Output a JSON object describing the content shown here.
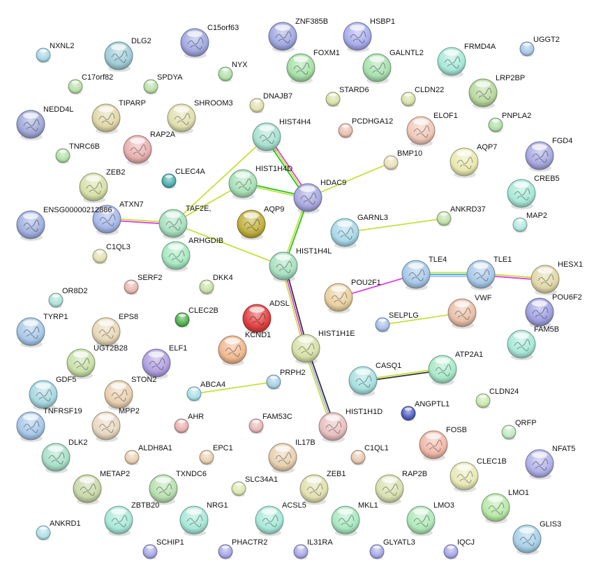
{
  "title": "Protein interaction network",
  "edge_colors": {
    "textmining": "#c6e03a",
    "experiments": "#e040e0",
    "database": "#22c422",
    "coexpression": "#333333",
    "homology": "#a8a8f8",
    "cooccurrence": "#20b8e8"
  },
  "nodes": [
    {
      "label": "NXNL2",
      "color": "#a8d8e8",
      "structure": false
    },
    {
      "label": "DLG2",
      "color": "#a0ccd8",
      "structure": true
    },
    {
      "label": "C15orf63",
      "color": "#a0a8e0",
      "structure": true
    },
    {
      "label": "ZNF385B",
      "color": "#a0a8e0",
      "structure": true
    },
    {
      "label": "HSBP1",
      "color": "#a8acea",
      "structure": true
    },
    {
      "label": "UGGT2",
      "color": "#a8c8e8",
      "structure": false
    },
    {
      "label": "FOXM1",
      "color": "#a8e0a8",
      "structure": true
    },
    {
      "label": "GALNTL2",
      "color": "#a8e0b0",
      "structure": true
    },
    {
      "label": "FRMD4A",
      "color": "#a8e8d8",
      "structure": true
    },
    {
      "label": "NYX",
      "color": "#b0e0a8",
      "structure": false
    },
    {
      "label": "C17orf82",
      "color": "#b8e0a8",
      "structure": false
    },
    {
      "label": "SPDYA",
      "color": "#b8e0a8",
      "structure": false
    },
    {
      "label": "LRP2BP",
      "color": "#b8d8a0",
      "structure": true
    },
    {
      "label": "STARD6",
      "color": "#d8e0a8",
      "structure": false
    },
    {
      "label": "CLDN22",
      "color": "#d8e0a8",
      "structure": false
    },
    {
      "label": "DNAJB7",
      "color": "#e0e0b0",
      "structure": false
    },
    {
      "label": "NEDD4L",
      "color": "#a0a8d8",
      "structure": true
    },
    {
      "label": "TIPARP",
      "color": "#e0d8a8",
      "structure": true
    },
    {
      "label": "SHROOM3",
      "color": "#e0e0b0",
      "structure": true
    },
    {
      "label": "PNPLA2",
      "color": "#b0e0a8",
      "structure": false
    },
    {
      "label": "PCDHGA12",
      "color": "#e8c0b0",
      "structure": false
    },
    {
      "label": "ELOF1",
      "color": "#f0c8b8",
      "structure": true
    },
    {
      "label": "HIST4H4",
      "color": "#a8e0d0",
      "structure": true
    },
    {
      "label": "RAP2A",
      "color": "#e8b0b0",
      "structure": true
    },
    {
      "label": "TNRC6B",
      "color": "#b0e0a8",
      "structure": false
    },
    {
      "label": "BMP10",
      "color": "#e8e0b8",
      "structure": false
    },
    {
      "label": "AQP7",
      "color": "#e8e8b0",
      "structure": true
    },
    {
      "label": "FGD4",
      "color": "#a8a8e0",
      "structure": true
    },
    {
      "label": "HIST1H4D",
      "color": "#a8e0b8",
      "structure": true
    },
    {
      "label": "ZEB2",
      "color": "#d8e0a8",
      "structure": true
    },
    {
      "label": "CLEC4A",
      "color": "#50b0b0",
      "structure": false
    },
    {
      "label": "HDAC9",
      "color": "#a8a8e0",
      "structure": true
    },
    {
      "label": "CREB5",
      "color": "#a8e8d8",
      "structure": true
    },
    {
      "label": "ENSG00000212886",
      "color": "#a0b0e0",
      "structure": true
    },
    {
      "label": "ATXN7",
      "color": "#a8b8e8",
      "structure": true
    },
    {
      "label": "TAF2E,",
      "color": "#a8e0c0",
      "structure": true
    },
    {
      "label": "AQP9",
      "color": "#c0b040",
      "structure": true
    },
    {
      "label": "ANKRD37",
      "color": "#c0e0a8",
      "structure": false
    },
    {
      "label": "GARNL3",
      "color": "#a8d8e8",
      "structure": true
    },
    {
      "label": "MAP2",
      "color": "#b0e8e0",
      "structure": false
    },
    {
      "label": "C1QL3",
      "color": "#e0e0b0",
      "structure": false
    },
    {
      "label": "ARHGDIB",
      "color": "#a8e8c0",
      "structure": true
    },
    {
      "label": "HIST1H4L",
      "color": "#a8e0c0",
      "structure": true
    },
    {
      "label": "TLE4",
      "color": "#a8c8e8",
      "structure": true
    },
    {
      "label": "TLE1",
      "color": "#a8c8e8",
      "structure": true
    },
    {
      "label": "HESX1",
      "color": "#e0d8a8",
      "structure": true
    },
    {
      "label": "OR8D2",
      "color": "#b0e0d8",
      "structure": false
    },
    {
      "label": "SERF2",
      "color": "#e8b8b0",
      "structure": false
    },
    {
      "label": "DKK4",
      "color": "#c8e0a8",
      "structure": false
    },
    {
      "label": "POU2F1",
      "color": "#e8d0a0",
      "structure": true
    },
    {
      "label": "ADSL",
      "color": "#e04040",
      "structure": true
    },
    {
      "label": "POU6F2",
      "color": "#a0a0e0",
      "structure": true
    },
    {
      "label": "SELPLG",
      "color": "#a8c0e8",
      "structure": false
    },
    {
      "label": "VWF",
      "color": "#e8c0a8",
      "structure": true
    },
    {
      "label": "TYRP1",
      "color": "#a8c8e8",
      "structure": true
    },
    {
      "label": "EPS8",
      "color": "#e8d8b8",
      "structure": true
    },
    {
      "label": "CLEC2B",
      "color": "#50b050",
      "structure": false
    },
    {
      "label": "KCND1",
      "color": "#f0b890",
      "structure": true
    },
    {
      "label": "HIST1H1E",
      "color": "#d8e0a8",
      "structure": true
    },
    {
      "label": "FAM5B",
      "color": "#a8e8d8",
      "structure": true
    },
    {
      "label": "UGT2B28",
      "color": "#c8e0a8",
      "structure": true
    },
    {
      "label": "ELF1",
      "color": "#b0a0e0",
      "structure": true
    },
    {
      "label": "GDF5",
      "color": "#a8d8e0",
      "structure": true
    },
    {
      "label": "STON2",
      "color": "#e8d0b0",
      "structure": true
    },
    {
      "label": "ABCA4",
      "color": "#a8e0e8",
      "structure": false
    },
    {
      "label": "PRPH2",
      "color": "#a8d0e8",
      "structure": false
    },
    {
      "label": "CASQ1",
      "color": "#a8e0e0",
      "structure": true
    },
    {
      "label": "ATP2A1",
      "color": "#a8e8c8",
      "structure": true
    },
    {
      "label": "CLDN24",
      "color": "#c8e8b0",
      "structure": false
    },
    {
      "label": "ANGPTL1",
      "color": "#5060c0",
      "structure": false
    },
    {
      "label": "TNFRSF19",
      "color": "#a8c8e8",
      "structure": true
    },
    {
      "label": "MPP2",
      "color": "#e8d8c0",
      "structure": true
    },
    {
      "label": "AHR",
      "color": "#e8b0b0",
      "structure": false
    },
    {
      "label": "FAM53C",
      "color": "#e8b8b8",
      "structure": false
    },
    {
      "label": "HIST1H1D",
      "color": "#e8c0c0",
      "structure": true
    },
    {
      "label": "FOSB",
      "color": "#f0b8a8",
      "structure": true
    },
    {
      "label": "QRFP",
      "color": "#c0e8c0",
      "structure": false
    },
    {
      "label": "DLK2",
      "color": "#a8e0c8",
      "structure": true
    },
    {
      "label": "ALDH8A1",
      "color": "#e8d0b0",
      "structure": false
    },
    {
      "label": "EPC1",
      "color": "#e8d0b0",
      "structure": false
    },
    {
      "label": "IL17B",
      "color": "#e8d0b0",
      "structure": true
    },
    {
      "label": "C1QL1",
      "color": "#e8c8b0",
      "structure": false
    },
    {
      "label": "CLEC1B",
      "color": "#e8e8b8",
      "structure": true
    },
    {
      "label": "NFAT5",
      "color": "#b0b0e8",
      "structure": true
    },
    {
      "label": "METAP2",
      "color": "#c8d8a8",
      "structure": true
    },
    {
      "label": "TXNDC6",
      "color": "#b8e0b0",
      "structure": true
    },
    {
      "label": "SLC34A1",
      "color": "#d8e8b0",
      "structure": false
    },
    {
      "label": "ZEB1",
      "color": "#e0e0b0",
      "structure": true
    },
    {
      "label": "RAP2B",
      "color": "#d8e0b0",
      "structure": true
    },
    {
      "label": "LMO1",
      "color": "#b8e8a8",
      "structure": true
    },
    {
      "label": "ZBTB20",
      "color": "#a8e8d8",
      "structure": true
    },
    {
      "label": "NRG1",
      "color": "#a8e8d8",
      "structure": true
    },
    {
      "label": "ACSL5",
      "color": "#a8e8d8",
      "structure": true
    },
    {
      "label": "MKL1",
      "color": "#a8e8c0",
      "structure": true
    },
    {
      "label": "LMO3",
      "color": "#b0e8b8",
      "structure": true
    },
    {
      "label": "GLIS3",
      "color": "#a8d0e8",
      "structure": true
    },
    {
      "label": "ANKRD1",
      "color": "#b0e0e8",
      "structure": false
    },
    {
      "label": "SCHIP1",
      "color": "#a8a8e8",
      "structure": false
    },
    {
      "label": "PHACTR2",
      "color": "#a8a8e8",
      "structure": false
    },
    {
      "label": "IL31RA",
      "color": "#a8a8e8",
      "structure": false
    },
    {
      "label": "GLYATL3",
      "color": "#a8a8e8",
      "structure": false
    },
    {
      "label": "IQCJ",
      "color": "#a8a8e8",
      "structure": false
    }
  ],
  "edges": [
    {
      "source": "ATXN7",
      "target": "TAF2E,",
      "channels": [
        "#c6e03a",
        "#e040e0"
      ]
    },
    {
      "source": "TAF2E,",
      "target": "HIST4H4",
      "channels": [
        "#c6e03a"
      ]
    },
    {
      "source": "TAF2E,",
      "target": "HIST1H4D",
      "channels": [
        "#c6e03a"
      ]
    },
    {
      "source": "TAF2E,",
      "target": "HIST1H4L",
      "channels": [
        "#c6e03a"
      ]
    },
    {
      "source": "HIST4H4",
      "target": "HDAC9",
      "channels": [
        "#e040e0",
        "#c6e03a",
        "#22c422"
      ]
    },
    {
      "source": "HIST1H4D",
      "target": "HDAC9",
      "channels": [
        "#22c422",
        "#c6e03a"
      ]
    },
    {
      "source": "HDAC9",
      "target": "HIST1H4L",
      "channels": [
        "#22c422",
        "#c6e03a"
      ]
    },
    {
      "source": "HDAC9",
      "target": "BMP10",
      "channels": [
        "#c6e03a"
      ]
    },
    {
      "source": "GARNL3",
      "target": "ANKRD37",
      "channels": [
        "#c6e03a"
      ]
    },
    {
      "source": "HIST1H4L",
      "target": "HIST1H1E",
      "channels": [
        "#333333",
        "#e040e0",
        "#c6e03a"
      ]
    },
    {
      "source": "HIST1H1E",
      "target": "HIST1H1D",
      "channels": [
        "#333333",
        "#a8a8f8",
        "#c6e03a"
      ]
    },
    {
      "source": "POU2F1",
      "target": "TLE4",
      "channels": [
        "#e040e0"
      ]
    },
    {
      "source": "TLE4",
      "target": "TLE1",
      "channels": [
        "#c6e03a",
        "#20b8e8",
        "#a8a8f8"
      ]
    },
    {
      "source": "TLE1",
      "target": "HESX1",
      "channels": [
        "#c6e03a",
        "#e040e0"
      ]
    },
    {
      "source": "SELPLG",
      "target": "VWF",
      "channels": [
        "#c6e03a"
      ]
    },
    {
      "source": "CASQ1",
      "target": "ATP2A1",
      "channels": [
        "#c6e03a",
        "#333333"
      ]
    },
    {
      "source": "ABCA4",
      "target": "PRPH2",
      "channels": [
        "#c6e03a"
      ]
    }
  ]
}
